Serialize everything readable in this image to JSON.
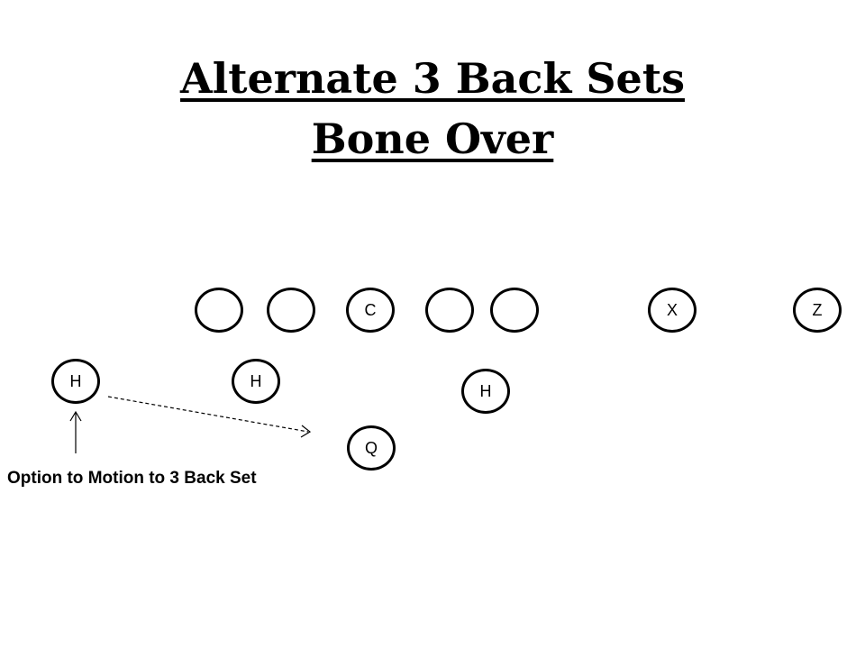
{
  "title": {
    "line1": "Alternate 3 Back Sets",
    "line2": "Bone Over"
  },
  "players": {
    "lineman_1": "",
    "lineman_2": "",
    "center": "C",
    "lineman_3": "",
    "lineman_4": "",
    "x_receiver": "X",
    "z_receiver": "Z",
    "h_wide_left": "H",
    "h_slot_left": "H",
    "h_right": "H",
    "quarterback": "Q"
  },
  "annotation": {
    "caption": "Option to Motion to 3 Back Set"
  }
}
